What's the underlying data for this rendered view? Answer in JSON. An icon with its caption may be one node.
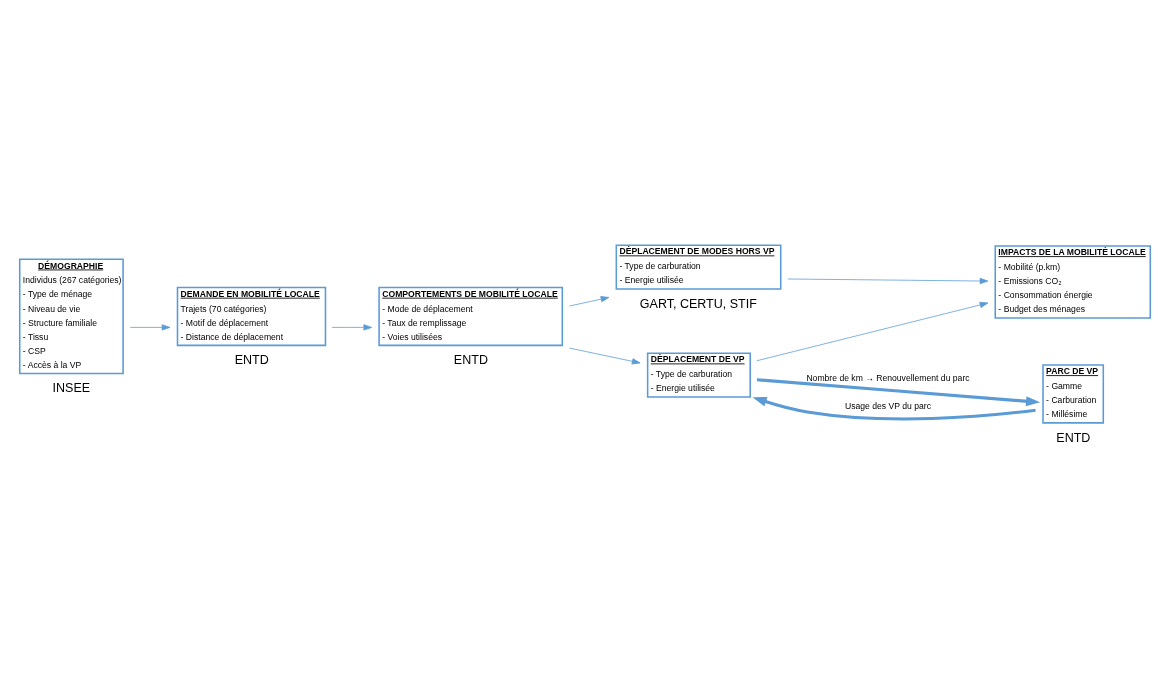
{
  "diagram": {
    "nodes": [
      {
        "text": [
          "DÉMOGRAPHIE",
          "Individus (267 catégories)",
          "- Type de ménage",
          "- Niveau de vie",
          "- Structure familiale",
          "- Tissu",
          "- CSP",
          "- Accès à la VP"
        ],
        "beside": [
          "INSEE"
        ]
      },
      {
        "text": [
          "DEMANDE EN MOBILITÉ LOCALE",
          "Trajets (70 catégories)",
          "- Motif de déplacement",
          "- Distance de déplacement"
        ],
        "beside": [
          "ENTD"
        ]
      },
      {
        "text": [
          "COMPORTEMENTS DE MOBILITÉ LOCALE",
          "- Mode de déplacement",
          "- Taux de remplissage",
          "- Voies utilisées"
        ],
        "beside": [
          "ENTD"
        ]
      },
      {
        "text": [
          "DÉPLACEMENT DE MODES HORS VP",
          "- Type de carburation",
          "- Energie utilisée"
        ],
        "beside": [
          "GART, CERTU, STIF"
        ]
      },
      {
        "text": [
          "IMPACTS DE LA MOBILITÉ LOCALE",
          "- Mobilité (p.km)",
          "- Emissions CO₂",
          "- Consommation énergie",
          "- Budget des ménages"
        ]
      },
      {
        "text": [
          "DÉPLACEMENT DE VP",
          "- Type de carburation",
          "- Energie utilisée"
        ]
      },
      {
        "text": [
          "PARC DE VP",
          "- Gamme",
          "- Carburation",
          "- Millésime"
        ],
        "beside": [
          "ENTD"
        ]
      }
    ],
    "edges": [
      {
        "from": 0,
        "to": 1,
        "arrow": "to"
      },
      {
        "from": 1,
        "to": 2,
        "arrow": "to"
      },
      {
        "from": 2,
        "to": 3,
        "arrow": "to"
      },
      {
        "from": 2,
        "to": 5,
        "arrow": "to"
      },
      {
        "from": 3,
        "to": 4,
        "arrow": "to"
      },
      {
        "from": 5,
        "to": 4,
        "arrow": "to"
      },
      {
        "from": 5,
        "to": 6,
        "arrow": "to",
        "label": "Nombre de km → Renouvellement du parc",
        "style": "thick"
      },
      {
        "from": 6,
        "to": 5,
        "arrow": "to",
        "label": "Usage des VP du parc",
        "style": "thick"
      }
    ]
  }
}
